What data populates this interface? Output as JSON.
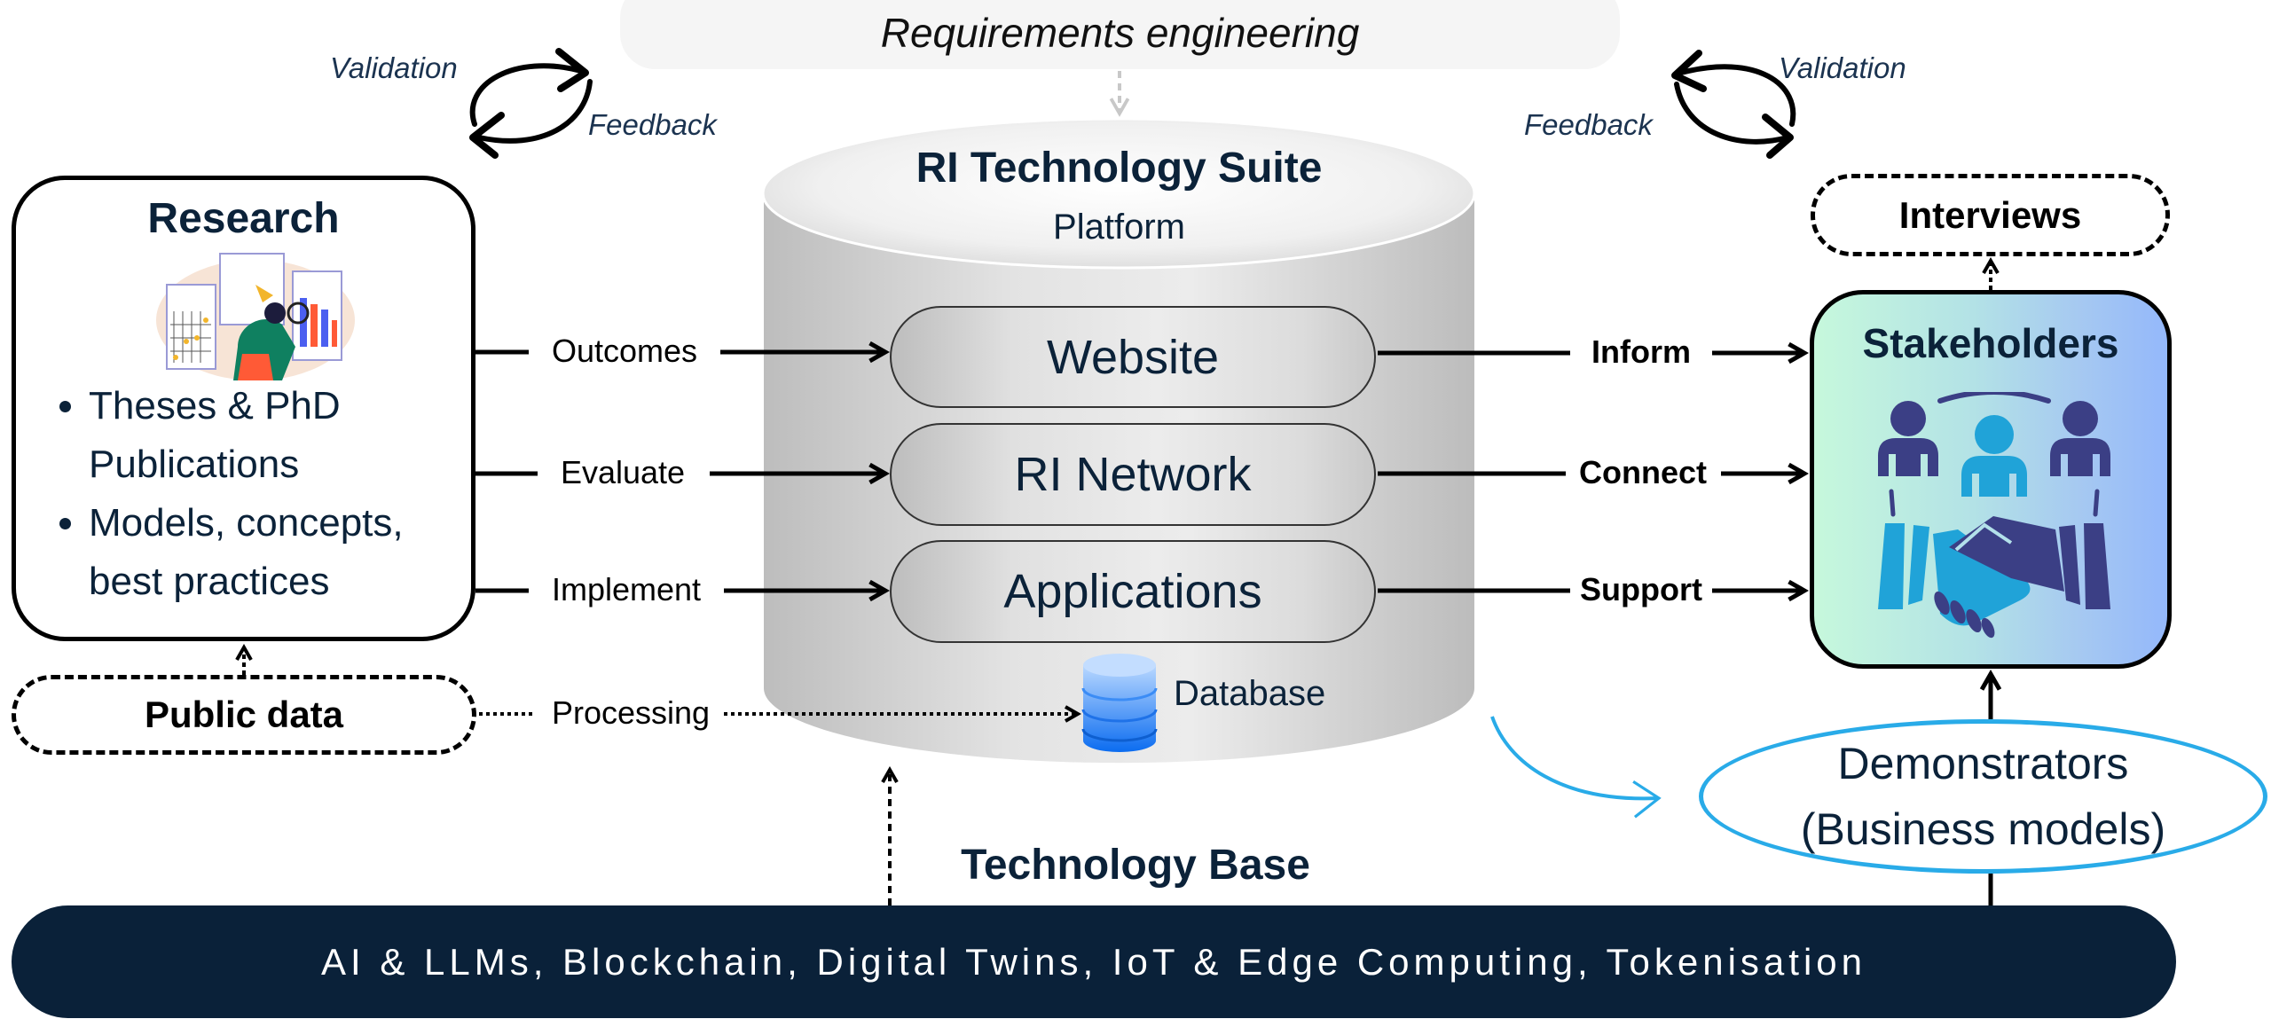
{
  "requirements": {
    "label": "Requirements engineering"
  },
  "left_loop": {
    "validation": "Validation",
    "feedback": "Feedback"
  },
  "right_loop": {
    "validation": "Validation",
    "feedback": "Feedback"
  },
  "research": {
    "title": "Research",
    "illustration": "researcher-with-charts-illustration",
    "bullets": [
      {
        "line1": "Theses & PhD",
        "line2": "Publications"
      },
      {
        "line1": "Models, concepts,",
        "line2": "best practices"
      }
    ]
  },
  "public_data": {
    "label": "Public data"
  },
  "processing": {
    "label": "Processing"
  },
  "platform": {
    "title": "RI Technology Suite",
    "subtitle": "Platform",
    "modules": [
      {
        "label": "Website",
        "in_label": "Outcomes",
        "out_label": "Inform"
      },
      {
        "label": "RI Network",
        "in_label": "Evaluate",
        "out_label": "Connect"
      },
      {
        "label": "Applications",
        "in_label": "Implement",
        "out_label": "Support"
      }
    ],
    "database": {
      "label": "Database",
      "icon": "database-icon"
    }
  },
  "stakeholders": {
    "title": "Stakeholders",
    "icon": "people-handshake-icon"
  },
  "interviews": {
    "label": "Interviews"
  },
  "demonstrators": {
    "line1": "Demonstrators",
    "line2": "(Business models)"
  },
  "technology_base": {
    "title": "Technology Base",
    "items_text": "AI & LLMs, Blockchain, Digital Twins, IoT & Edge Computing, Tokenisation"
  },
  "colors": {
    "navy": "#0a2139",
    "demonstrator_outline": "#29abe8",
    "stakeholder_gradient_start": "#c6f8dc",
    "stakeholder_gradient_end": "#94b8fb",
    "db_blue": "#1a73e8"
  }
}
